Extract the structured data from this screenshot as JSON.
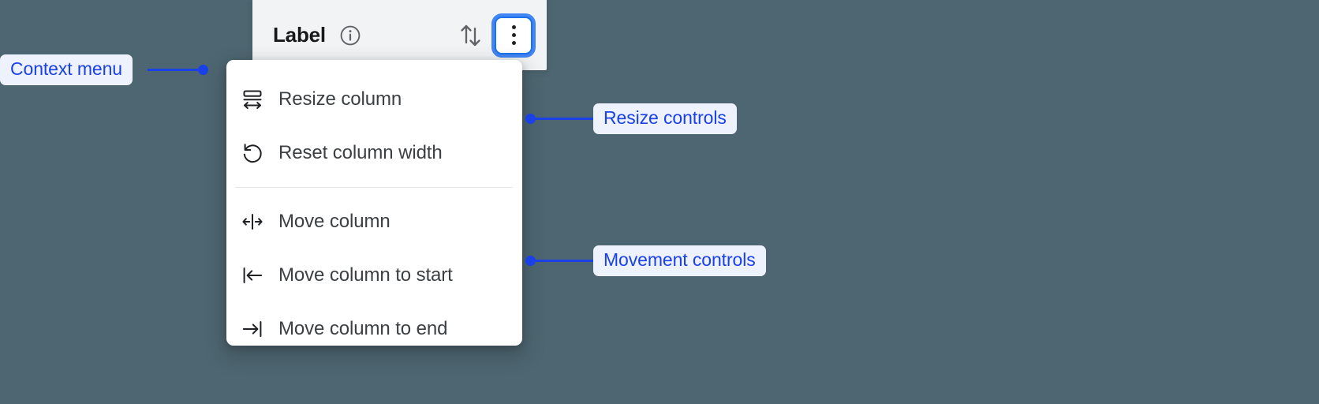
{
  "column_header": {
    "title": "Label",
    "info_icon": "info-circle-icon",
    "sort_icon": "sort-up-down-icon",
    "kebab_icon": "more-vertical-icon"
  },
  "context_menu": {
    "groups": [
      {
        "name": "resize",
        "items": [
          {
            "label": "Resize column",
            "icon": "resize-column-icon"
          },
          {
            "label": "Reset column width",
            "icon": "reset-width-icon"
          }
        ]
      },
      {
        "name": "movement",
        "items": [
          {
            "label": "Move column",
            "icon": "move-column-icon"
          },
          {
            "label": "Move column to start",
            "icon": "move-to-start-icon"
          },
          {
            "label": "Move column to end",
            "icon": "move-to-end-icon"
          }
        ]
      }
    ]
  },
  "annotations": [
    {
      "label": "Context menu",
      "target": "context-menu"
    },
    {
      "label": "Resize controls",
      "target": "resize-group"
    },
    {
      "label": "Movement controls",
      "target": "movement-group"
    }
  ],
  "colors": {
    "background": "#4d6671",
    "annotation_blue": "#1a41e8",
    "annotation_pill_bg": "#eef2fc",
    "focus_ring_blue": "#4285f4",
    "header_bg": "#f1f3f4",
    "menu_bg": "#ffffff",
    "menu_text": "#3c4043",
    "title_text": "#16191c"
  }
}
